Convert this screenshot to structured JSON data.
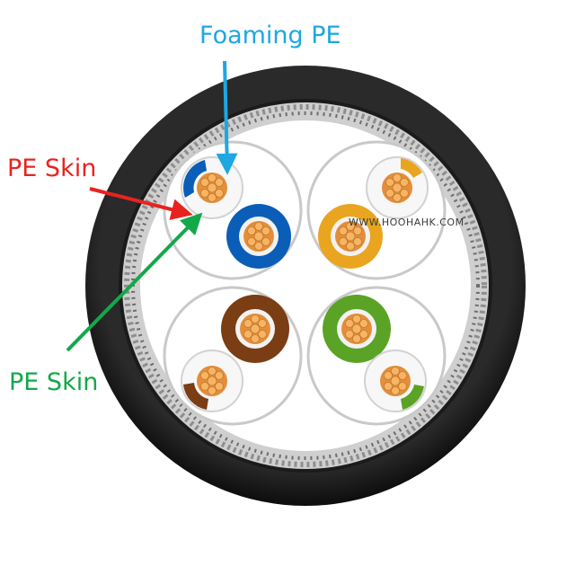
{
  "labels": {
    "foaming_pe": "Foaming PE",
    "pe_skin_top": "PE Skin",
    "pe_skin_bottom": "PE Skin"
  },
  "watermark": "WWW.HOOHAHK.COM",
  "colors": {
    "foaming_pe_label": "#1ea7e1",
    "pe_skin_red_label": "#e8231f",
    "pe_skin_green_label": "#13a84a",
    "jacket": "#161616",
    "shield": "#b5b5b5",
    "copper": "#f2a24b"
  },
  "pairs": [
    {
      "name": "blue pair",
      "solid": "#0a5eb8",
      "stripe": "#0a5eb8"
    },
    {
      "name": "orange pair",
      "solid": "#e9a51f",
      "stripe": "#e9a51f"
    },
    {
      "name": "brown pair",
      "solid": "#7a3d14",
      "stripe": "#7a3d14"
    },
    {
      "name": "green pair",
      "solid": "#5aa326",
      "stripe": "#5aa326"
    }
  ]
}
